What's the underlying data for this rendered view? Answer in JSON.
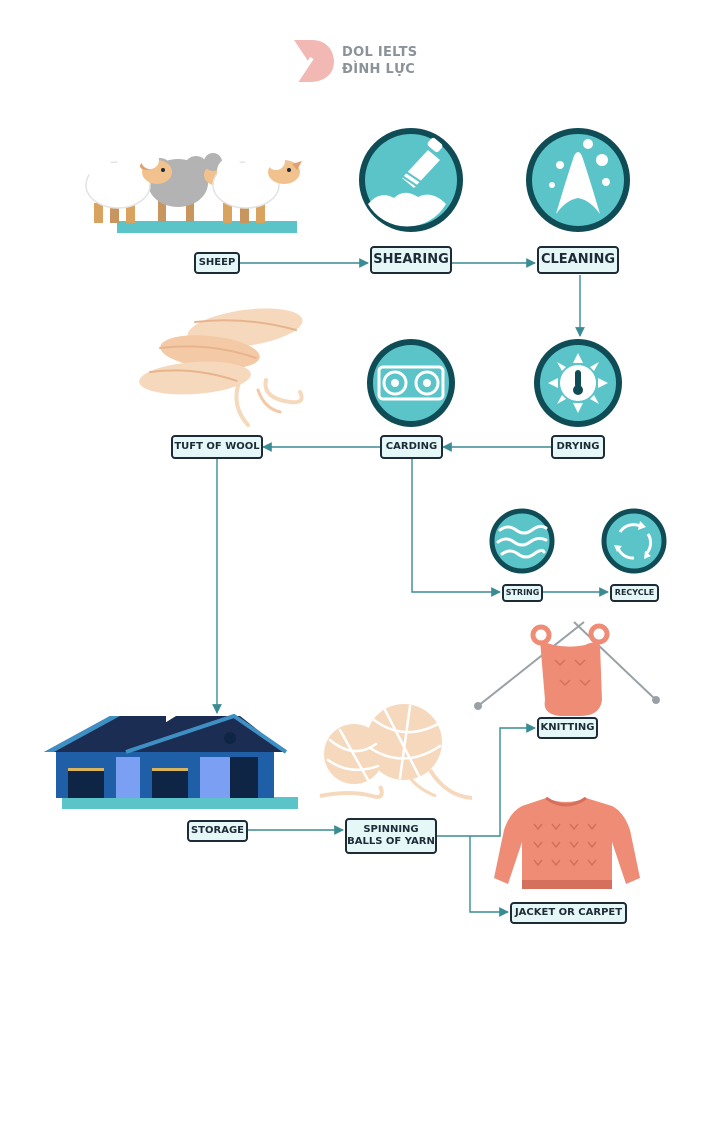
{
  "brand": {
    "line1": "DOL IELTS",
    "line2": "ĐÌNH LỰC"
  },
  "steps": {
    "sheep": "SHEEP",
    "shearing": "SHEARING",
    "cleaning": "CLEANING",
    "drying": "DRYING",
    "carding": "CARDING",
    "tuft": "TUFT OF WOOL",
    "string": "STRING",
    "recycle": "RECYCLE",
    "storage": "STORAGE",
    "spinning_line1": "SPINNING",
    "spinning_line2": "BALLS OF YARN",
    "knitting": "KNITTING",
    "jacket": "JACKET OR CARPET"
  },
  "icons": [
    "logo-mark-icon",
    "sheep-flock-icon",
    "shearing-icon",
    "cleaning-icon",
    "drying-icon",
    "carding-icon",
    "wool-tuft-icon",
    "string-icon",
    "recycle-icon",
    "warehouse-icon",
    "yarn-balls-icon",
    "knitting-icon",
    "sweater-icon"
  ],
  "colors": {
    "teal": "#5bc4c9",
    "navy": "#1d2b36",
    "arrow": "#3a8c94",
    "label_bg": "#e6f7f8",
    "salmon": "#ef8c76",
    "wool": "#f6d9bd"
  }
}
